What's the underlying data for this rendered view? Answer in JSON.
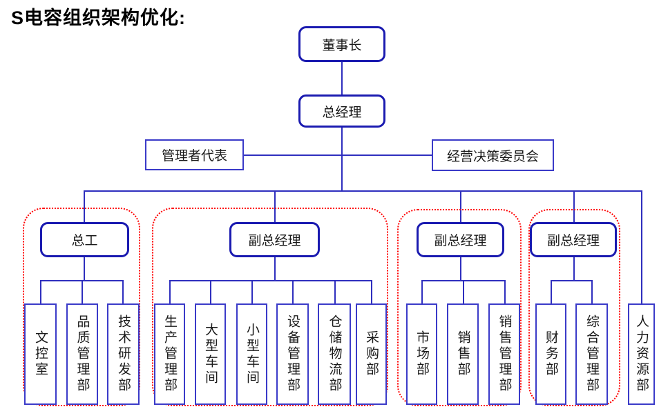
{
  "title": "S电容组织架构优化:",
  "org": {
    "chairman": "董事长",
    "general_manager": "总经理",
    "management_representative": "管理者代表",
    "decision_committee": "经营决策委员会",
    "hr_department": "人力资源部",
    "groups": [
      {
        "head": "总工",
        "children": [
          "文控室",
          "品质管理部",
          "技术研发部"
        ]
      },
      {
        "head": "副总经理",
        "children": [
          "生产管理部",
          "大型车间",
          "小型车间",
          "设备管理部",
          "仓储物流部",
          "采购部"
        ]
      },
      {
        "head": "副总经理",
        "children": [
          "市场部",
          "销售部",
          "销售管理部"
        ]
      },
      {
        "head": "副总经理",
        "children": [
          "财务部",
          "综合管理部"
        ]
      }
    ]
  },
  "colors": {
    "head_box_border": "#1a1ab0",
    "child_box_border": "#3a3ac8",
    "connector_line": "#2e2ebe",
    "group_outline": "#ff0000",
    "text": "#1a1a1a",
    "background": "#ffffff"
  }
}
